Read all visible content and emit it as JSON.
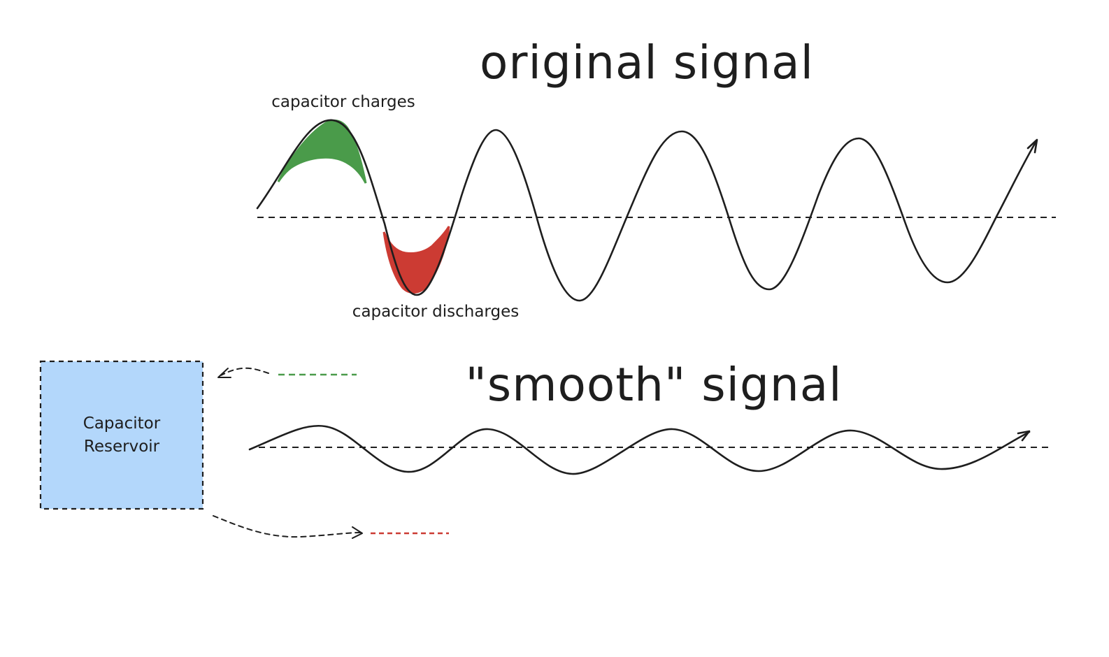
{
  "titles": {
    "original": "original signal",
    "smooth": "\"smooth\" signal"
  },
  "annotations": {
    "charges": "capacitor charges",
    "discharges": "capacitor discharges"
  },
  "reservoir": {
    "line1": "Capacitor",
    "line2": "Reservoir"
  },
  "colors": {
    "stroke": "#1e1e1e",
    "charge": "#4a9b4a",
    "discharge": "#cc3b33",
    "reservoir_fill": "#b3d7fb"
  },
  "icons": {
    "signal_end": "arrow-head",
    "flow_in": "dashed-curved-arrow-left",
    "flow_out": "dashed-curved-arrow-right"
  }
}
